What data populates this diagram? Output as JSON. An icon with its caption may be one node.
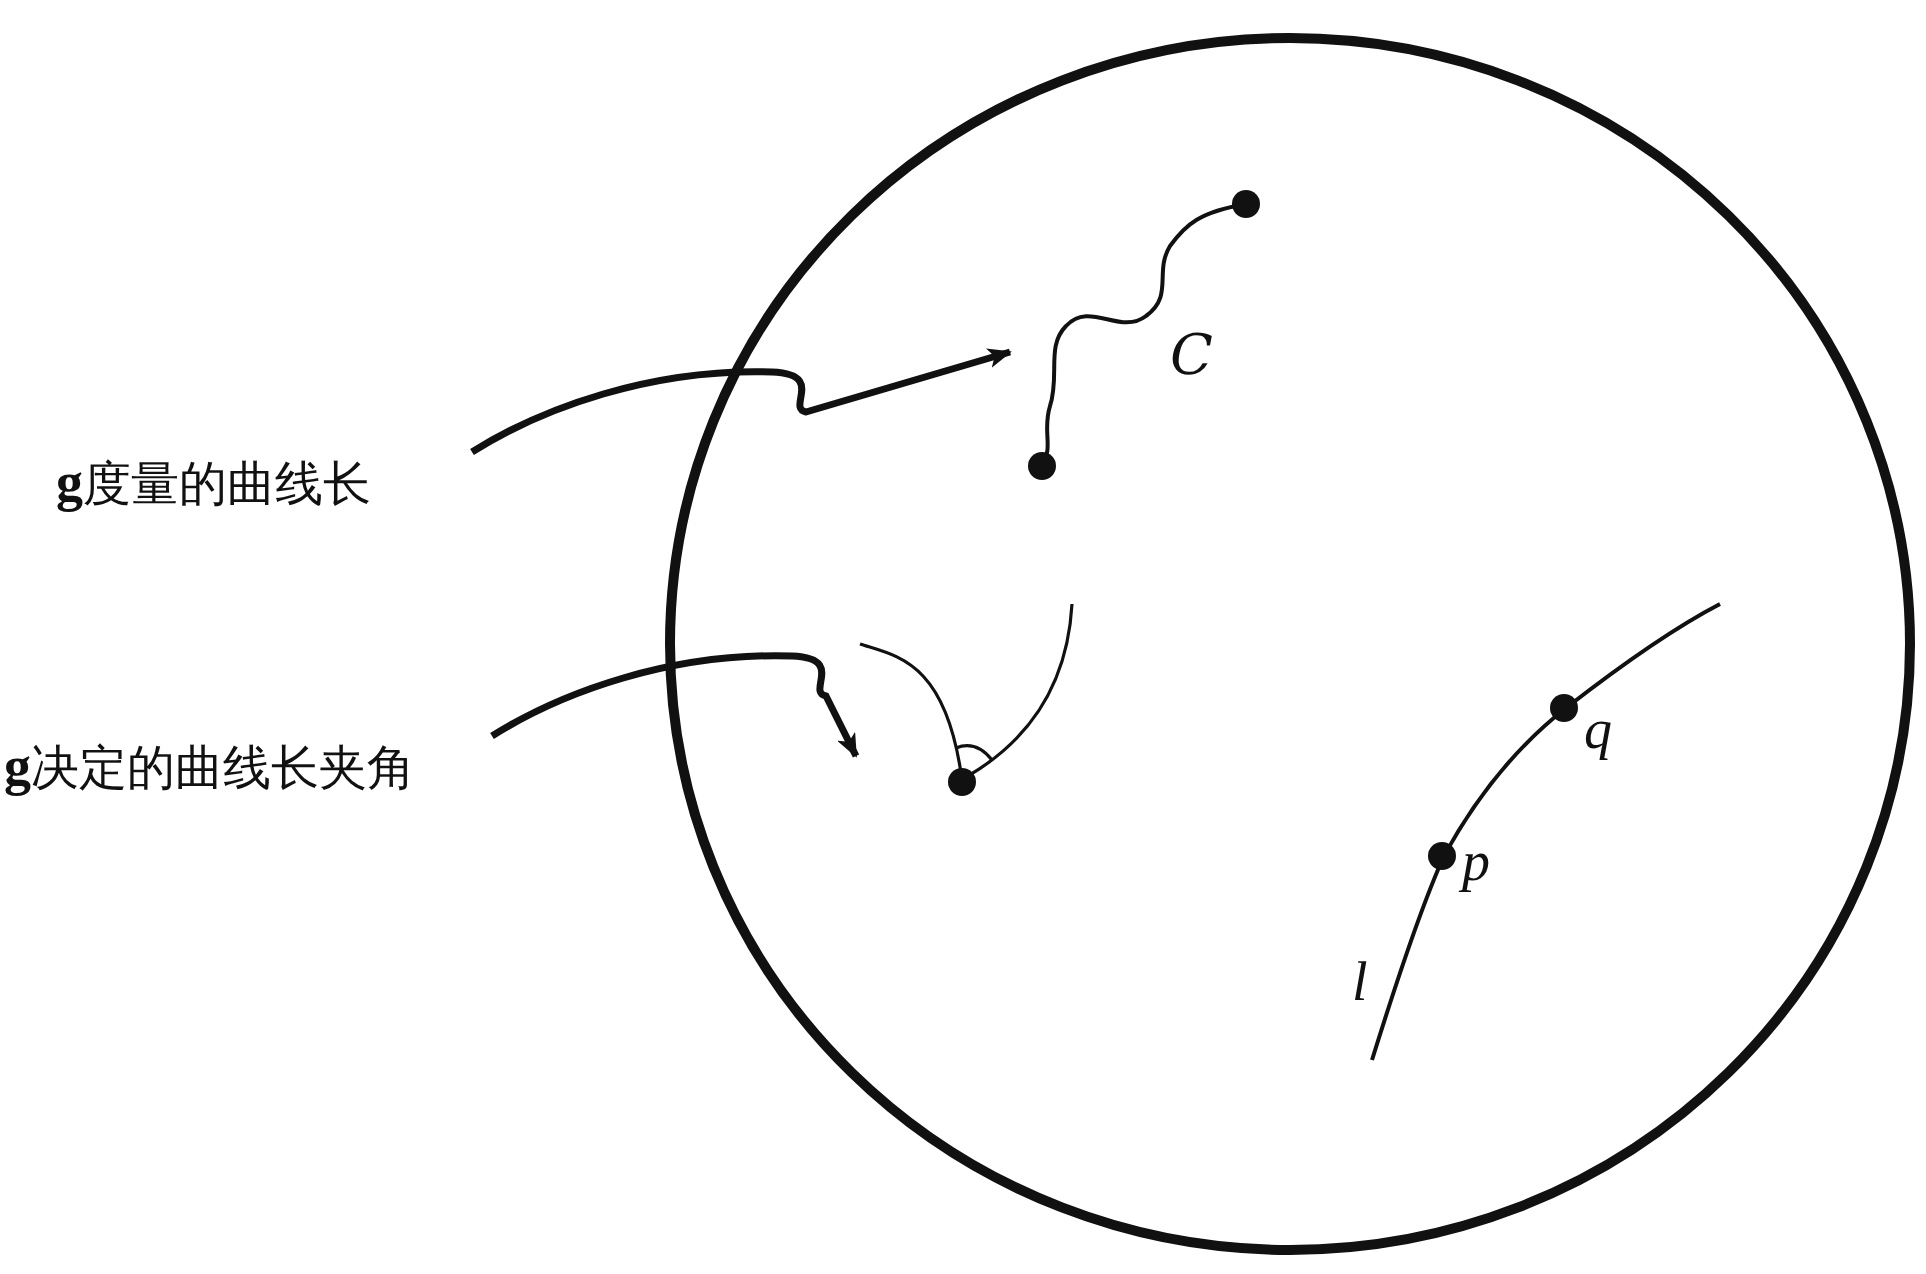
{
  "diagram": {
    "nodes": [
      {
        "text": [
          "**g**度量的曲线长"
        ]
      },
      {
        "text": [
          "C"
        ]
      },
      {
        "text": [
          "**g**决定的曲线长夹角"
        ]
      },
      {
        "text": [],
        "shape": "picture"
      }
    ],
    "edges": [
      {
        "from": 0,
        "to": 1,
        "arrow": "to"
      },
      {
        "from": 2,
        "to": 3,
        "arrow": "to"
      }
    ],
    "labels": [
      "q",
      "p",
      "l"
    ]
  }
}
